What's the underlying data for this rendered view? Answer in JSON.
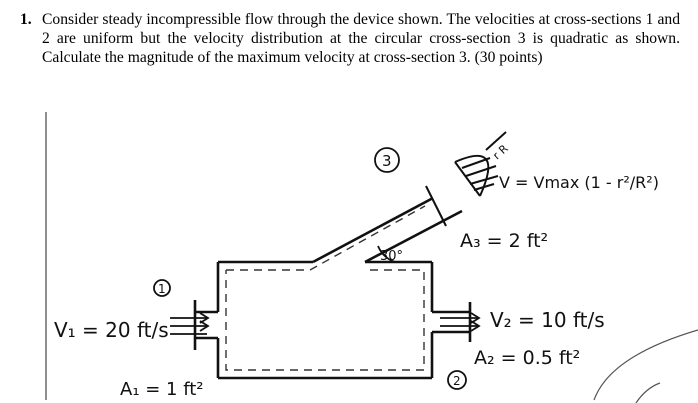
{
  "problem": {
    "number": "1.",
    "text": "Consider steady incompressible flow through the device shown. The velocities at cross-sections 1 and 2 are uniform but the velocity distribution at the circular cross-section 3 is quadratic as shown. Calculate the magnitude of the maximum velocity at cross-section 3. (30 points)"
  },
  "figure": {
    "section1_marker": "1",
    "section2_marker": "2",
    "section3_marker": "3",
    "v1_label": "V₁ = 20 ft/s",
    "a1_label": "A₁ = 1 ft²",
    "v2_label": "V₂ = 10 ft/s",
    "a2_label": "A₂ = 0.5 ft²",
    "a3_label": "A₃ = 2 ft²",
    "angle_label": "30°",
    "profile_label": "V = Vmax (1 - r²/R²)",
    "radius_label": "r R"
  }
}
